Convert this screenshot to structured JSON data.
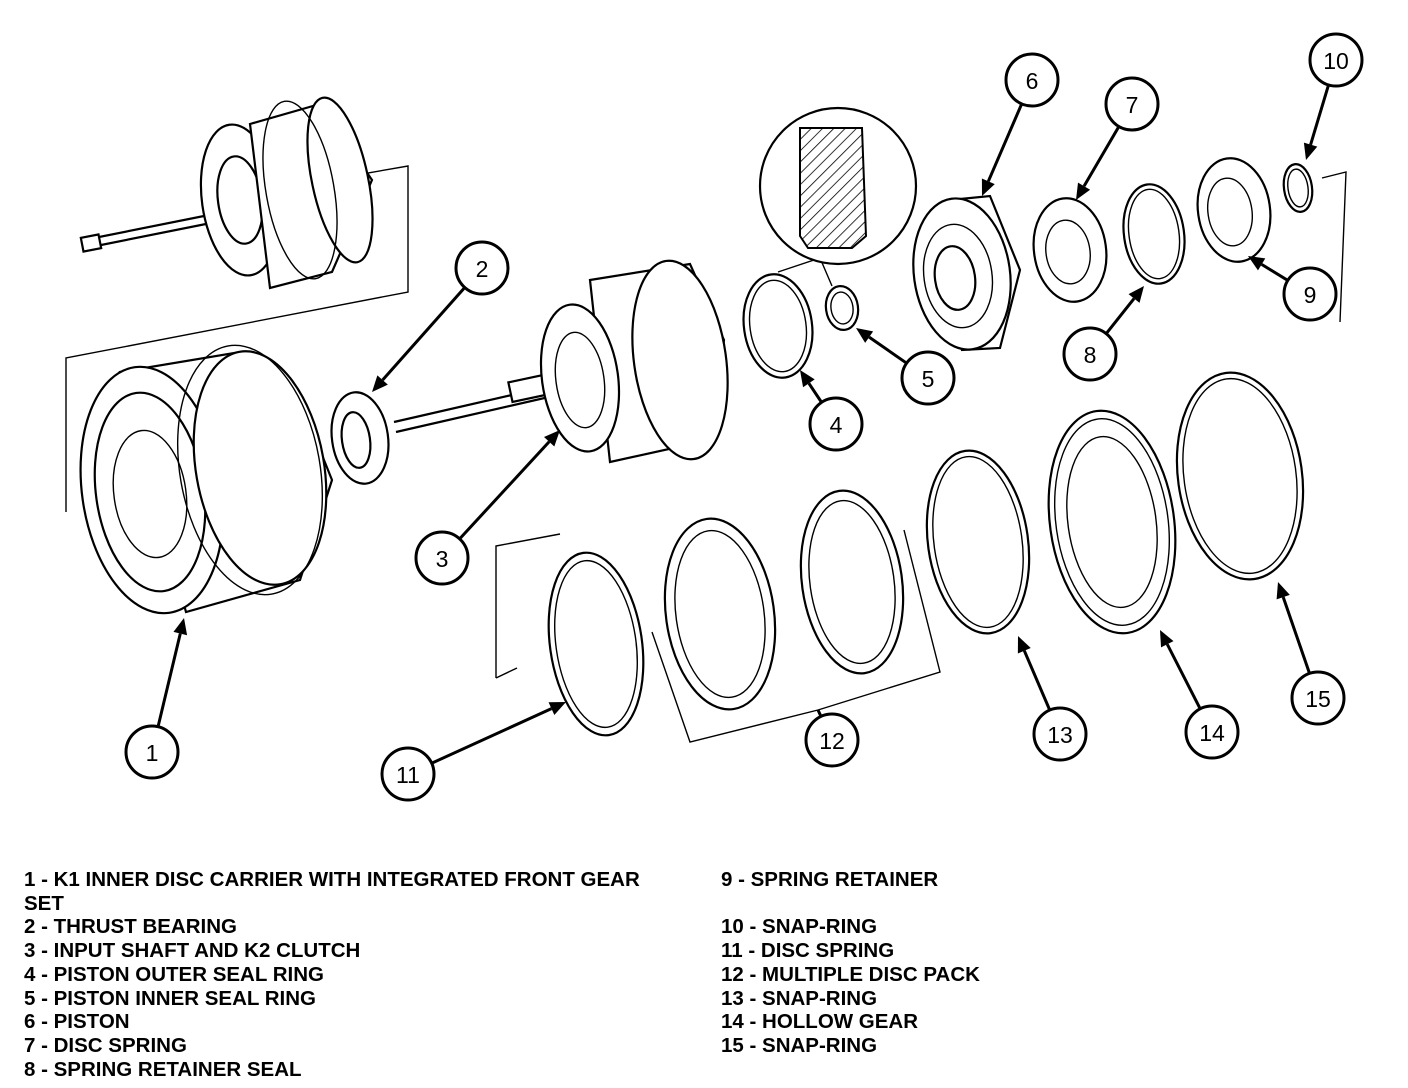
{
  "callouts": [
    "1",
    "2",
    "3",
    "4",
    "5",
    "6",
    "7",
    "8",
    "9",
    "10",
    "11",
    "12",
    "13",
    "14",
    "15"
  ],
  "legend": {
    "left": [
      "1 - K1 INNER DISC CARRIER WITH INTEGRATED FRONT GEAR SET",
      "2 - THRUST BEARING",
      "3 - INPUT SHAFT AND K2 CLUTCH",
      "4 - PISTON OUTER SEAL RING",
      "5 - PISTON INNER SEAL RING",
      "6 - PISTON",
      "7 - DISC SPRING",
      "8 - SPRING RETAINER SEAL"
    ],
    "right": [
      "9 - SPRING RETAINER",
      "10 - SNAP-RING",
      "11 - DISC SPRING",
      "12 - MULTIPLE DISC PACK",
      "13 - SNAP-RING",
      "14 - HOLLOW GEAR",
      "15 - SNAP-RING"
    ]
  }
}
